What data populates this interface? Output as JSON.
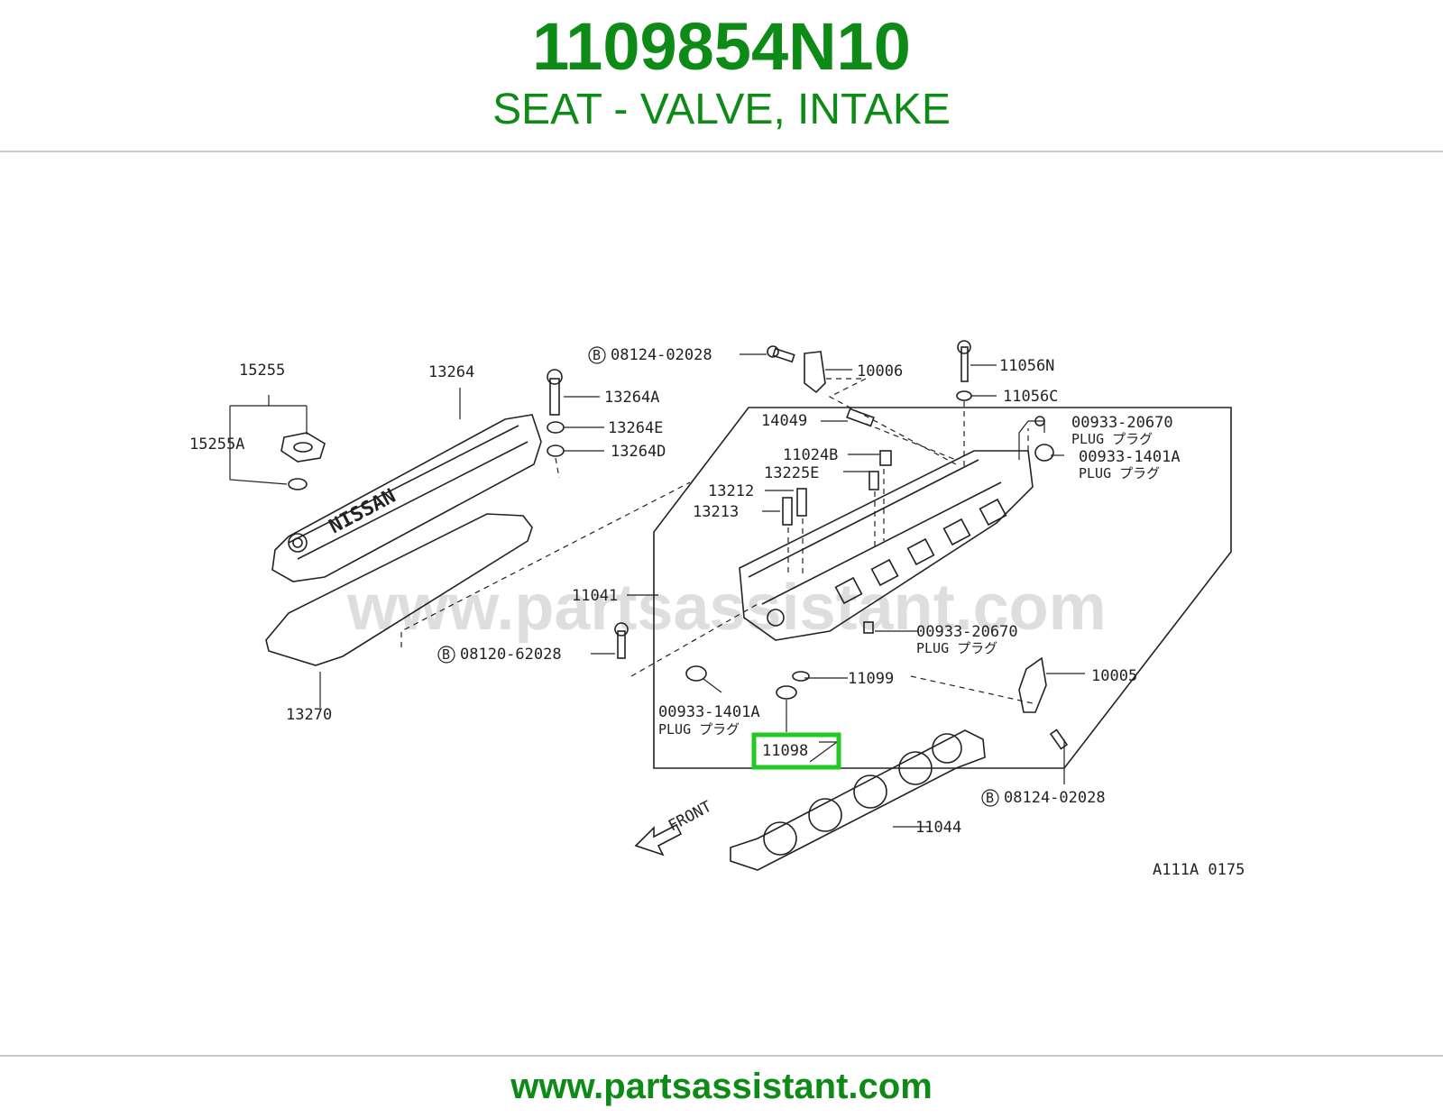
{
  "header": {
    "part_number": "1109854N10",
    "part_name": "SEAT - VALVE, INTAKE"
  },
  "diagram": {
    "highlighted_part": "11098",
    "highlight_color": "#22c922",
    "brand_color": "#0e8a17",
    "cover_lettering": "NISSAN",
    "watermark": "www.partsassistant.com",
    "figure_code": "A111A 0175",
    "front_label": "FRONT",
    "bolt_marker": "B",
    "labels": {
      "p15255": "15255",
      "p15255a": "15255A",
      "p13264": "13264",
      "p13264a": "13264A",
      "p13264e": "13264E",
      "p13264d": "13264D",
      "p13270": "13270",
      "p08124_top": "08124-02028",
      "p10006": "10006",
      "p11056n": "11056N",
      "p11056c": "11056C",
      "p14049": "14049",
      "p00933_20670_top": "00933-20670",
      "plug_top_1": "PLUG プラグ",
      "p00933_1401a_top": "00933-1401A",
      "plug_top_2": "PLUG プラグ",
      "p11024b": "11024B",
      "p13225e": "13225E",
      "p13212": "13212",
      "p13213": "13213",
      "p11041": "11041",
      "p00933_20670_mid": "00933-20670",
      "plug_mid": "PLUG プラグ",
      "p08120": "08120-62028",
      "p11099": "11099",
      "p10005": "10005",
      "p00933_1401a_left": "00933-1401A",
      "plug_left": "PLUG プラグ",
      "p11098": "11098",
      "p08124_bottom": "08124-02028",
      "p11044": "11044"
    }
  },
  "footer": {
    "url": "www.partsassistant.com"
  }
}
